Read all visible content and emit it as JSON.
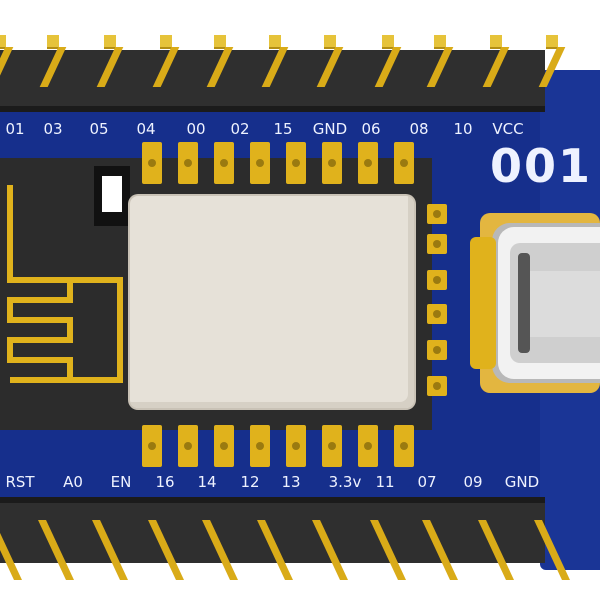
{
  "board": {
    "colors": {
      "pcb": "#162f8c",
      "pcb_edge": "#0e2373",
      "module": "#2c2c2c",
      "shield": "#e6e1d8",
      "gold": "#e0b21c",
      "header": "#2f2f2f",
      "silk": "#eef2ff"
    },
    "top_pin_labels": [
      "01",
      "03",
      "05",
      "04",
      "00",
      "02",
      "15",
      "GND",
      "06",
      "08",
      "10",
      "VCC"
    ],
    "bottom_pin_labels": [
      "RST",
      "A0",
      "EN",
      "16",
      "14",
      "12",
      "13",
      "3.3v",
      "11",
      "07",
      "09",
      "GND"
    ],
    "marking": "001",
    "connector": "usb-c-port",
    "icons": [
      "pcb-antenna-trace",
      "pin-header",
      "header-pin",
      "castellated-pad",
      "usb-c-port"
    ]
  }
}
